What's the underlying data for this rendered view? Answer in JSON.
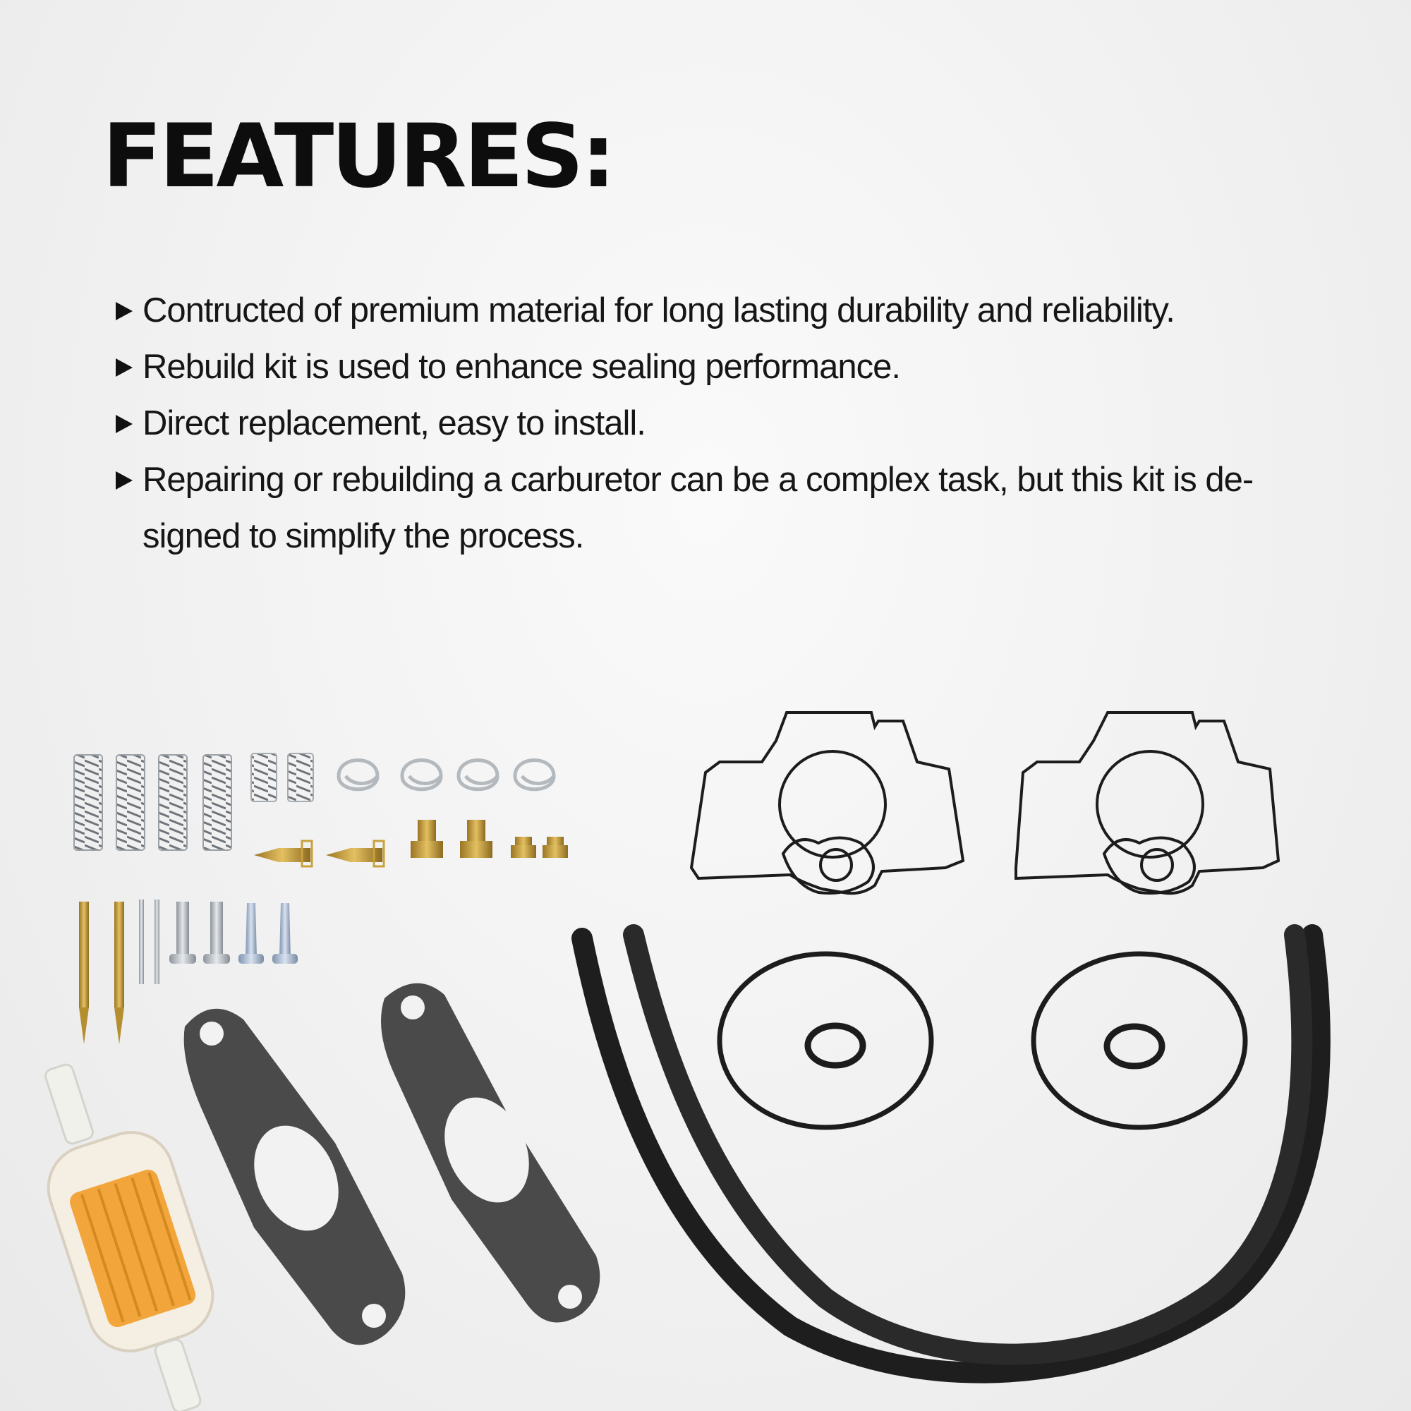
{
  "heading": "FEATURES:",
  "features": [
    "Contructed of premium material for long lasting durability and reliability.",
    "Rebuild kit is used to enhance sealing performance.",
    "Direct replacement, easy to install.",
    "Repairing or rebuilding a carburetor can be a complex task, but this kit is de-signed to simplify the process."
  ],
  "product_image": {
    "icon": "carburetor-rebuild-kit-parts",
    "colors": {
      "rubber": "#1c1c1c",
      "brass": "#c9a13b",
      "steel": "#b9bec4",
      "gasket": "#4a4a4a",
      "filter": "#f2a53a"
    }
  }
}
